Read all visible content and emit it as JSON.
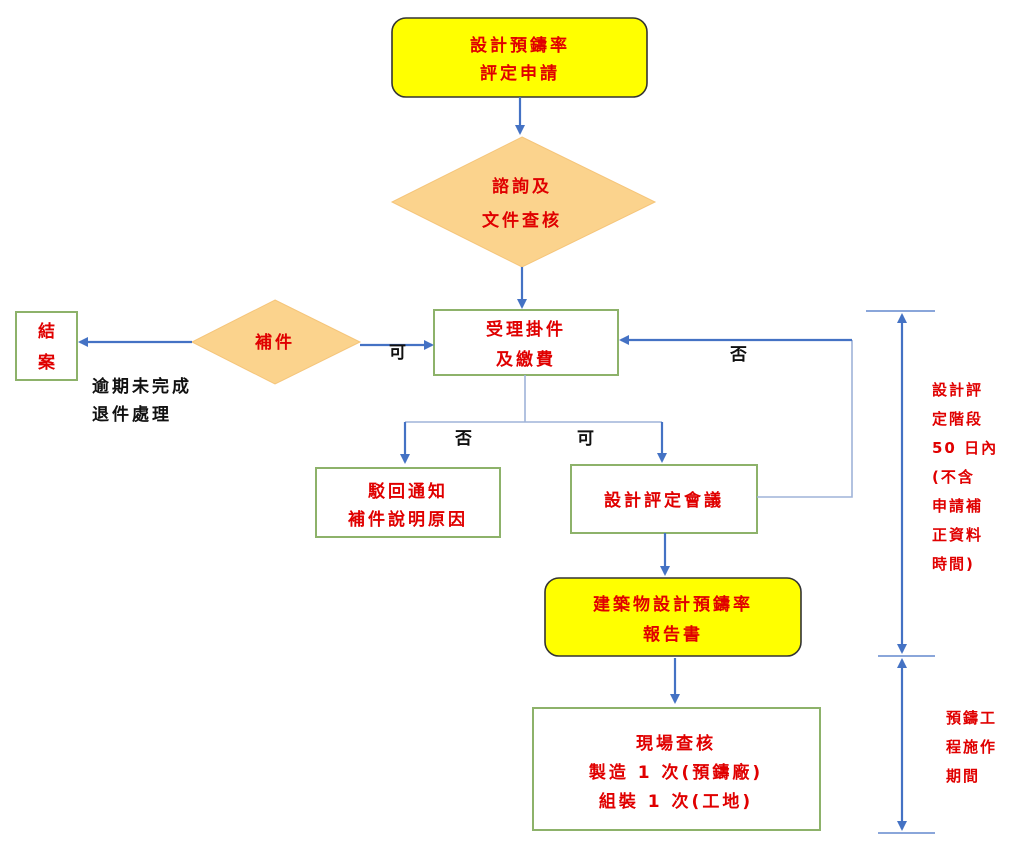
{
  "nodes": {
    "apply": {
      "lines": [
        "設計預鑄率",
        "評定申請"
      ]
    },
    "consult": {
      "lines": [
        "諮詢及",
        "文件查核"
      ]
    },
    "accept": {
      "lines": [
        "受理掛件",
        "及繳費"
      ]
    },
    "supplement": {
      "label": "補件"
    },
    "close": {
      "lines": [
        "結",
        "案"
      ]
    },
    "overdue": {
      "lines": [
        "逾期未完成",
        "退件處理"
      ]
    },
    "reject": {
      "lines": [
        "駁回通知",
        "補件說明原因"
      ]
    },
    "meeting": {
      "label": "設計評定會議"
    },
    "report": {
      "lines": [
        "建築物設計預鑄率",
        "報告書"
      ]
    },
    "inspect": {
      "lines": [
        "現場查核",
        "製造 1 次(預鑄廠)",
        "組裝 1 次(工地)"
      ]
    }
  },
  "edge_labels": {
    "supplement_yes": "可",
    "accept_no": "否",
    "accept_yes": "可",
    "meeting_no": "否"
  },
  "phases": {
    "design": {
      "lines": [
        "設計評",
        "定階段",
        "50 日內",
        "(不含",
        "申請補",
        "正資料",
        "時間)"
      ]
    },
    "construction": {
      "lines": [
        "預鑄工",
        "程施作",
        "期間"
      ]
    }
  },
  "colors": {
    "highlight_fill": "#ffff00",
    "decision_fill": "#fbd38d",
    "process_border": "#8db26a",
    "arrow": "#4472c4",
    "node_text": "#e00000",
    "label_text": "#111111"
  }
}
